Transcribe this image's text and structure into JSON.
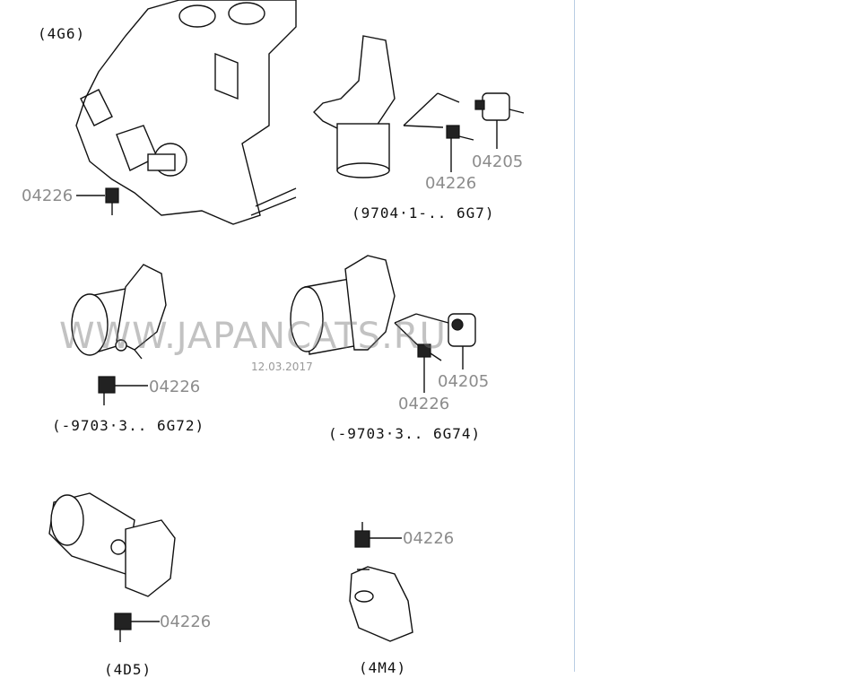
{
  "labels": {
    "g4g6": "(4G6)",
    "g6g7": "(9704·1-.. 6G7)",
    "g6g72": "(-9703·3.. 6G72)",
    "g6g74": "(-9703·3.. 6G74)",
    "g4d5": "(4D5)",
    "g4m4": "(4M4)"
  },
  "parts": {
    "p1": "04226",
    "p2": "04226",
    "p3": "04205",
    "p4": "04226",
    "p5": "04226",
    "p6": "04205",
    "p7": "04226",
    "p8": "04226"
  },
  "watermark": {
    "text": "WWW.JAPANCATS.RU",
    "date": "12.03.2017"
  }
}
